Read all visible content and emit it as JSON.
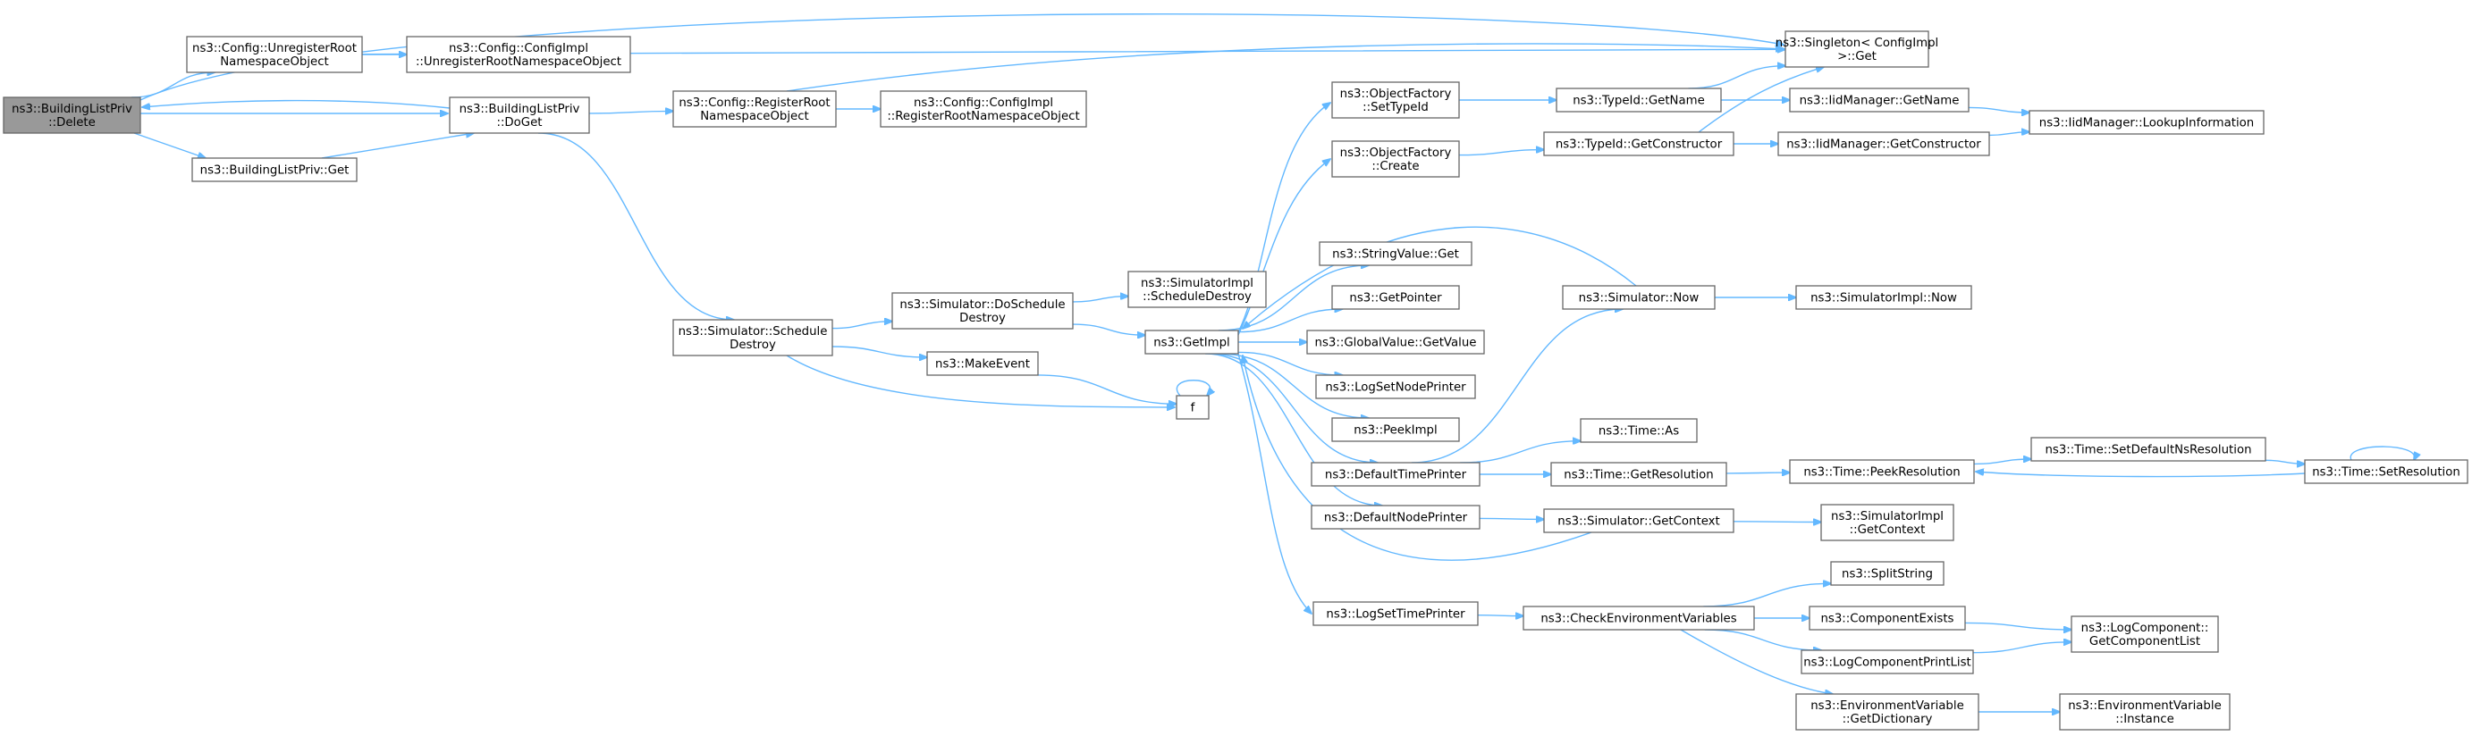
{
  "nodes": [
    {
      "id": "bl_delete",
      "lines": [
        "ns3::BuildingListPriv",
        "::Delete"
      ],
      "root": true
    },
    {
      "id": "cfg_unreg",
      "lines": [
        "ns3::Config::UnregisterRoot",
        "NamespaceObject"
      ]
    },
    {
      "id": "cfgimpl_unreg",
      "lines": [
        "ns3::Config::ConfigImpl",
        "::UnregisterRootNamespaceObject"
      ]
    },
    {
      "id": "singleton_get",
      "lines": [
        "ns3::Singleton< ConfigImpl",
        " >::Get"
      ]
    },
    {
      "id": "bl_doget",
      "lines": [
        "ns3::BuildingListPriv",
        "::DoGet"
      ]
    },
    {
      "id": "bl_get",
      "lines": [
        "ns3::BuildingListPriv::Get"
      ]
    },
    {
      "id": "cfg_reg",
      "lines": [
        "ns3::Config::RegisterRoot",
        "NamespaceObject"
      ]
    },
    {
      "id": "cfgimpl_reg",
      "lines": [
        "ns3::Config::ConfigImpl",
        "::RegisterRootNamespaceObject"
      ]
    },
    {
      "id": "sim_sched_destroy",
      "lines": [
        "ns3::Simulator::Schedule",
        "Destroy"
      ]
    },
    {
      "id": "sim_do_sched_destroy",
      "lines": [
        "ns3::Simulator::DoSchedule",
        "Destroy"
      ]
    },
    {
      "id": "simimpl_sched_destroy",
      "lines": [
        "ns3::SimulatorImpl",
        "::ScheduleDestroy"
      ]
    },
    {
      "id": "make_event",
      "lines": [
        "ns3::MakeEvent"
      ]
    },
    {
      "id": "f",
      "lines": [
        "f"
      ]
    },
    {
      "id": "getimpl",
      "lines": [
        "ns3::GetImpl"
      ]
    },
    {
      "id": "of_settypeid",
      "lines": [
        "ns3::ObjectFactory",
        "::SetTypeId"
      ]
    },
    {
      "id": "of_create",
      "lines": [
        "ns3::ObjectFactory",
        "::Create"
      ]
    },
    {
      "id": "stringvalue_get",
      "lines": [
        "ns3::StringValue::Get"
      ]
    },
    {
      "id": "getpointer",
      "lines": [
        "ns3::GetPointer"
      ]
    },
    {
      "id": "globalvalue_getvalue",
      "lines": [
        "ns3::GlobalValue::GetValue"
      ]
    },
    {
      "id": "logsetnodeprinter",
      "lines": [
        "ns3::LogSetNodePrinter"
      ]
    },
    {
      "id": "peekimpl",
      "lines": [
        "ns3::PeekImpl"
      ]
    },
    {
      "id": "defaulttimeprinter",
      "lines": [
        "ns3::DefaultTimePrinter"
      ]
    },
    {
      "id": "defaultnodeprinter",
      "lines": [
        "ns3::DefaultNodePrinter"
      ]
    },
    {
      "id": "logsettimeprinter",
      "lines": [
        "ns3::LogSetTimePrinter"
      ]
    },
    {
      "id": "typeid_getname",
      "lines": [
        "ns3::TypeId::GetName"
      ]
    },
    {
      "id": "typeid_getconstructor",
      "lines": [
        "ns3::TypeId::GetConstructor"
      ]
    },
    {
      "id": "sim_now",
      "lines": [
        "ns3::Simulator::Now"
      ]
    },
    {
      "id": "time_as",
      "lines": [
        "ns3::Time::As"
      ]
    },
    {
      "id": "time_getresolution",
      "lines": [
        "ns3::Time::GetResolution"
      ]
    },
    {
      "id": "sim_getcontext",
      "lines": [
        "ns3::Simulator::GetContext"
      ]
    },
    {
      "id": "check_env",
      "lines": [
        "ns3::CheckEnvironmentVariables"
      ]
    },
    {
      "id": "iid_getname",
      "lines": [
        "ns3::IidManager::GetName"
      ]
    },
    {
      "id": "iid_getconstructor",
      "lines": [
        "ns3::IidManager::GetConstructor"
      ]
    },
    {
      "id": "iid_lookup",
      "lines": [
        "ns3::IidManager::LookupInformation"
      ]
    },
    {
      "id": "simimpl_now",
      "lines": [
        "ns3::SimulatorImpl::Now"
      ]
    },
    {
      "id": "time_peekresolution",
      "lines": [
        "ns3::Time::PeekResolution"
      ]
    },
    {
      "id": "time_setdefaultns",
      "lines": [
        "ns3::Time::SetDefaultNsResolution"
      ]
    },
    {
      "id": "time_setresolution",
      "lines": [
        "ns3::Time::SetResolution"
      ]
    },
    {
      "id": "simimpl_getcontext",
      "lines": [
        "ns3::SimulatorImpl",
        "::GetContext"
      ]
    },
    {
      "id": "splitstring",
      "lines": [
        "ns3::SplitString"
      ]
    },
    {
      "id": "componentexists",
      "lines": [
        "ns3::ComponentExists"
      ]
    },
    {
      "id": "logcomponentprintlist",
      "lines": [
        "ns3::LogComponentPrintList"
      ]
    },
    {
      "id": "envvar_getdictionary",
      "lines": [
        "ns3::EnvironmentVariable",
        "::GetDictionary"
      ]
    },
    {
      "id": "logcomponent_getlist",
      "lines": [
        "ns3::LogComponent::",
        "GetComponentList"
      ]
    },
    {
      "id": "envvar_instance",
      "lines": [
        "ns3::EnvironmentVariable",
        "::Instance"
      ]
    }
  ],
  "edges": [
    {
      "from": "bl_delete",
      "to": "cfg_unreg"
    },
    {
      "from": "bl_delete",
      "to": "singleton_get"
    },
    {
      "from": "bl_delete",
      "to": "bl_doget"
    },
    {
      "from": "bl_delete",
      "to": "bl_get"
    },
    {
      "from": "bl_doget",
      "to": "bl_delete"
    },
    {
      "from": "bl_get",
      "to": "bl_doget"
    },
    {
      "from": "cfg_unreg",
      "to": "cfgimpl_unreg"
    },
    {
      "from": "cfg_unreg",
      "to": "singleton_get"
    },
    {
      "from": "bl_doget",
      "to": "cfg_reg"
    },
    {
      "from": "bl_doget",
      "to": "sim_sched_destroy"
    },
    {
      "from": "cfg_reg",
      "to": "cfgimpl_reg"
    },
    {
      "from": "cfg_reg",
      "to": "singleton_get"
    },
    {
      "from": "sim_sched_destroy",
      "to": "sim_do_sched_destroy"
    },
    {
      "from": "sim_sched_destroy",
      "to": "make_event"
    },
    {
      "from": "sim_sched_destroy",
      "to": "f"
    },
    {
      "from": "sim_do_sched_destroy",
      "to": "simimpl_sched_destroy"
    },
    {
      "from": "sim_do_sched_destroy",
      "to": "getimpl"
    },
    {
      "from": "make_event",
      "to": "f"
    },
    {
      "from": "f",
      "to": "f"
    },
    {
      "from": "getimpl",
      "to": "of_settypeid"
    },
    {
      "from": "getimpl",
      "to": "of_create"
    },
    {
      "from": "getimpl",
      "to": "stringvalue_get"
    },
    {
      "from": "getimpl",
      "to": "getpointer"
    },
    {
      "from": "getimpl",
      "to": "globalvalue_getvalue"
    },
    {
      "from": "getimpl",
      "to": "logsetnodeprinter"
    },
    {
      "from": "getimpl",
      "to": "peekimpl"
    },
    {
      "from": "getimpl",
      "to": "defaulttimeprinter"
    },
    {
      "from": "getimpl",
      "to": "defaultnodeprinter"
    },
    {
      "from": "getimpl",
      "to": "logsettimeprinter"
    },
    {
      "from": "sim_now",
      "to": "getimpl"
    },
    {
      "from": "sim_getcontext",
      "to": "getimpl"
    },
    {
      "from": "of_settypeid",
      "to": "typeid_getname"
    },
    {
      "from": "of_create",
      "to": "typeid_getconstructor"
    },
    {
      "from": "typeid_getname",
      "to": "singleton_get"
    },
    {
      "from": "typeid_getname",
      "to": "iid_getname"
    },
    {
      "from": "typeid_getconstructor",
      "to": "singleton_get"
    },
    {
      "from": "typeid_getconstructor",
      "to": "iid_getconstructor"
    },
    {
      "from": "iid_getname",
      "to": "iid_lookup"
    },
    {
      "from": "iid_getconstructor",
      "to": "iid_lookup"
    },
    {
      "from": "defaulttimeprinter",
      "to": "sim_now"
    },
    {
      "from": "defaulttimeprinter",
      "to": "time_as"
    },
    {
      "from": "defaulttimeprinter",
      "to": "time_getresolution"
    },
    {
      "from": "sim_now",
      "to": "simimpl_now"
    },
    {
      "from": "time_getresolution",
      "to": "time_peekresolution"
    },
    {
      "from": "time_peekresolution",
      "to": "time_setdefaultns"
    },
    {
      "from": "time_setdefaultns",
      "to": "time_setresolution"
    },
    {
      "from": "time_setresolution",
      "to": "time_peekresolution"
    },
    {
      "from": "time_setresolution",
      "to": "time_setresolution"
    },
    {
      "from": "defaultnodeprinter",
      "to": "sim_getcontext"
    },
    {
      "from": "sim_getcontext",
      "to": "simimpl_getcontext"
    },
    {
      "from": "logsettimeprinter",
      "to": "check_env"
    },
    {
      "from": "check_env",
      "to": "splitstring"
    },
    {
      "from": "check_env",
      "to": "componentexists"
    },
    {
      "from": "check_env",
      "to": "logcomponentprintlist"
    },
    {
      "from": "check_env",
      "to": "envvar_getdictionary"
    },
    {
      "from": "componentexists",
      "to": "logcomponent_getlist"
    },
    {
      "from": "logcomponentprintlist",
      "to": "logcomponent_getlist"
    },
    {
      "from": "envvar_getdictionary",
      "to": "envvar_instance"
    }
  ],
  "colors": {
    "edge": "#63b8ff",
    "node_border": "#666666",
    "node_fill": "#ffffff",
    "root_fill": "#999999",
    "text": "#000000"
  }
}
